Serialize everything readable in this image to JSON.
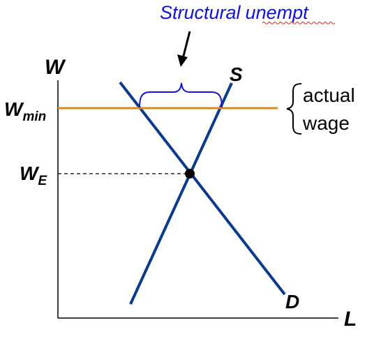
{
  "labels": {
    "y_axis": "W",
    "x_axis": "L",
    "supply": "S",
    "demand": "D",
    "wmin_main": "W",
    "wmin_sub": "min",
    "we_main": "W",
    "we_sub": "E",
    "annotation": "Structural unempt",
    "annotation_part1": "Structural",
    "annotation_part2": "unempt",
    "brace_line1": "actual",
    "brace_line2": "wage"
  },
  "colors": {
    "curves": "#0a3a8c",
    "min_wage_line": "#d98a1c",
    "annotation": "#1010e0",
    "brace": "#1010e0",
    "axes": "#000000"
  },
  "equilibrium_shown": true
}
